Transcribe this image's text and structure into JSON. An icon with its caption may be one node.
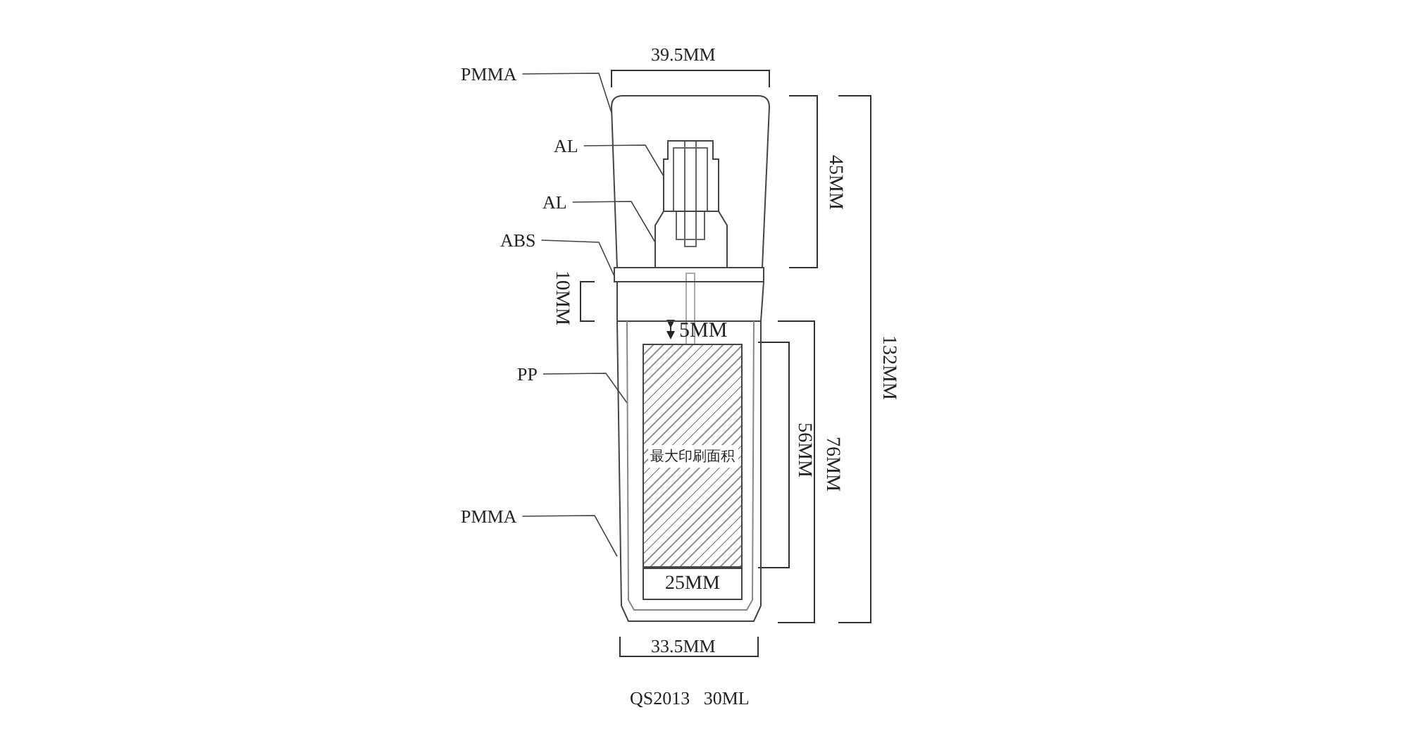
{
  "diagram": {
    "caption": "QS2013   30ML",
    "nodes": [
      {
        "text": [
          "PMMA"
        ]
      },
      {
        "text": [
          "AL"
        ]
      },
      {
        "text": [
          "AL"
        ]
      },
      {
        "text": [
          "ABS"
        ]
      },
      {
        "text": [
          "PP"
        ]
      },
      {
        "text": [
          "PMMA"
        ]
      },
      {
        "text": [],
        "shape": "picture"
      },
      {
        "text": [],
        "shape": "picture",
        "in": 6
      },
      {
        "text": [],
        "shape": "picture",
        "in": 6
      },
      {
        "text": [],
        "shape": "picture"
      },
      {
        "text": [],
        "shape": "picture"
      },
      {
        "text": [],
        "shape": "picture",
        "in": 10
      },
      {
        "text": [
          "最大印刷面积"
        ],
        "in": 11
      },
      {
        "text": [
          "25MM"
        ],
        "in": 11
      }
    ],
    "edges": [
      {
        "from": 0,
        "to": 6,
        "arrow": "none"
      },
      {
        "from": 1,
        "to": 7,
        "arrow": "none"
      },
      {
        "from": 2,
        "to": 8,
        "arrow": "none"
      },
      {
        "from": 3,
        "to": 9,
        "arrow": "none"
      },
      {
        "from": 4,
        "to": 11,
        "arrow": "none"
      },
      {
        "from": 5,
        "to": 10,
        "arrow": "none"
      }
    ],
    "labels": [
      "39.5MM",
      "45MM",
      "132MM",
      "10MM",
      "5MM",
      "56MM",
      "76MM",
      "33.5MM"
    ]
  }
}
